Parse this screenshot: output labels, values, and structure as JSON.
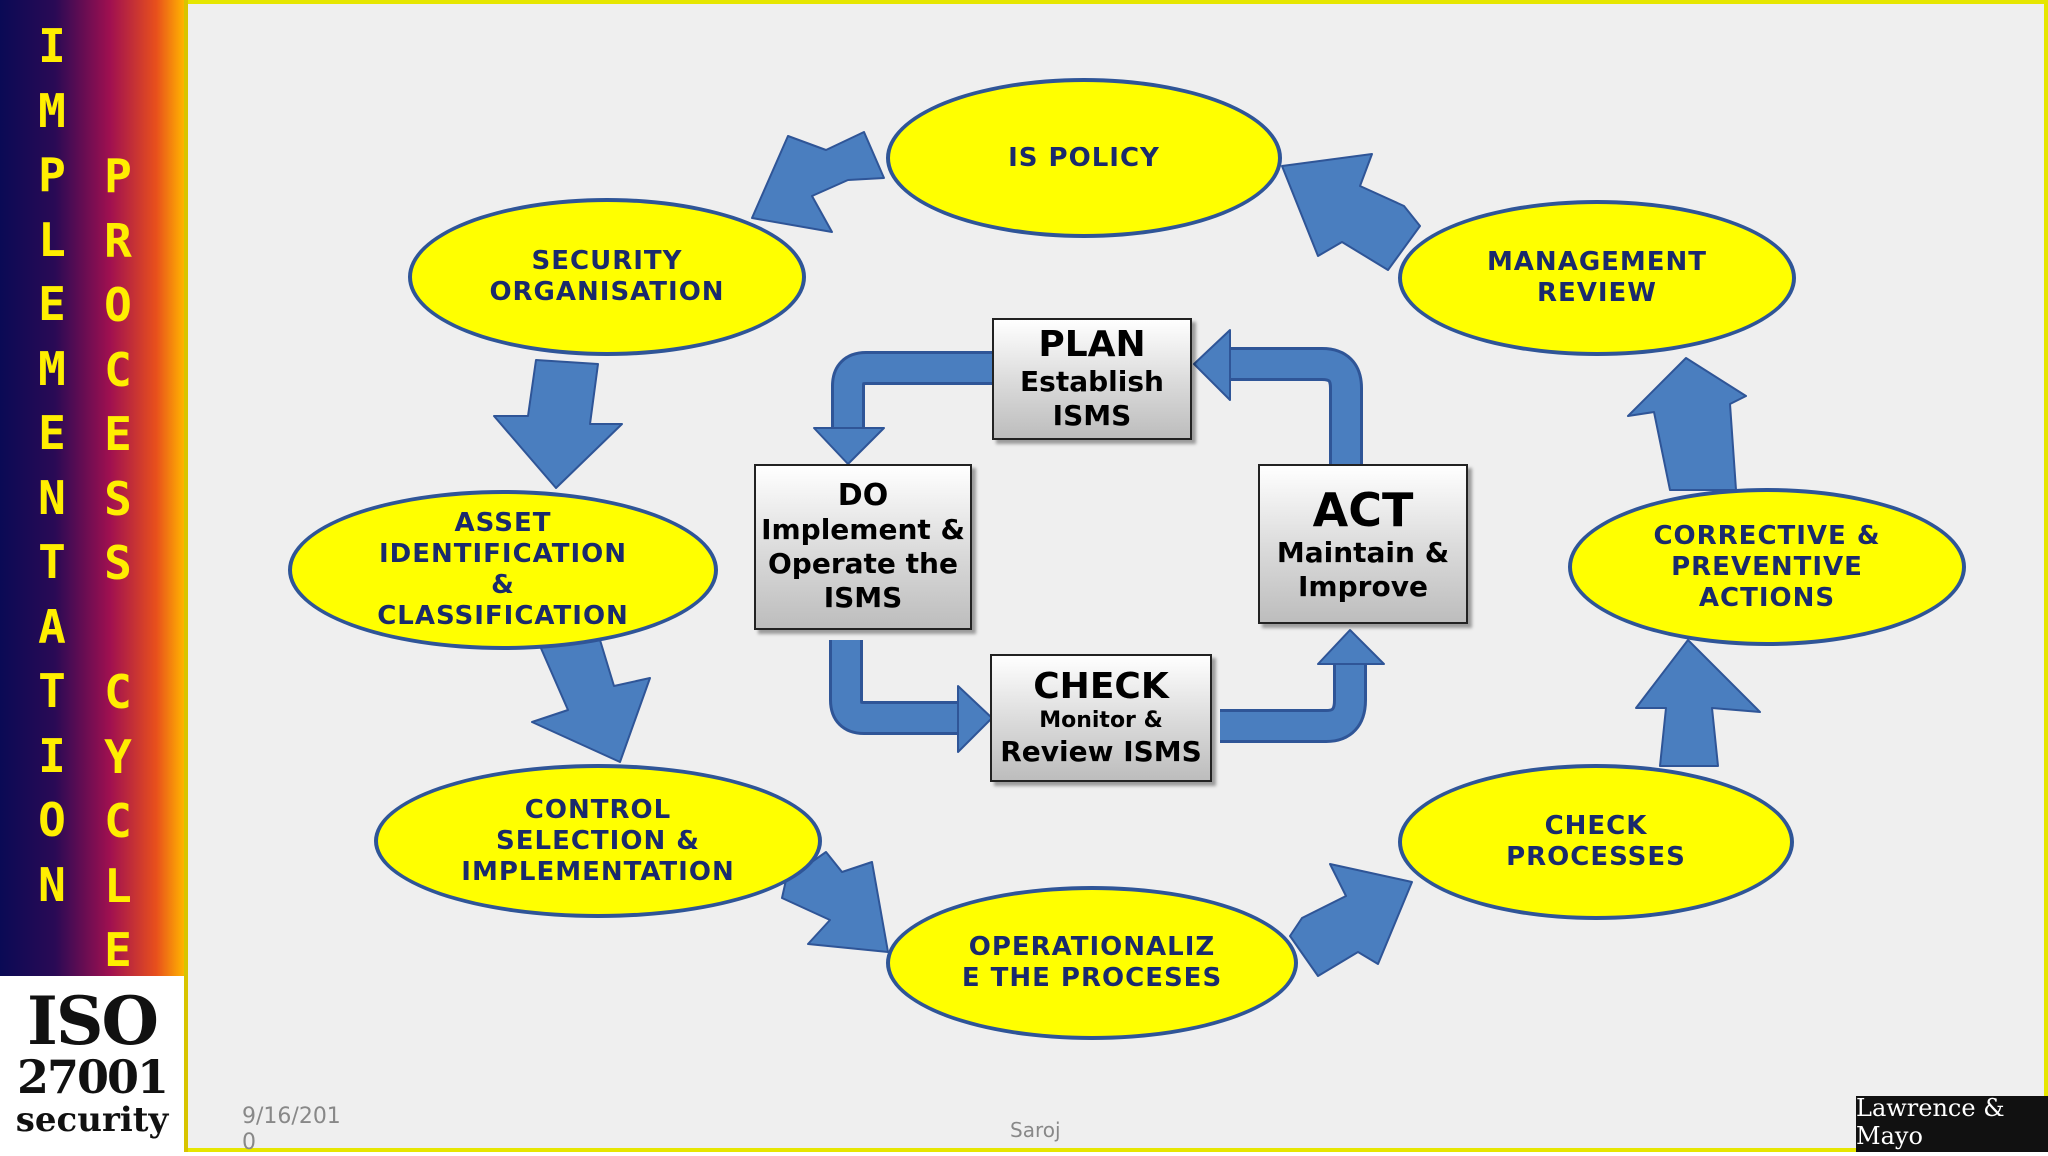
{
  "sidebar": {
    "column1": [
      "I",
      "M",
      "P",
      "L",
      "E",
      "M",
      "E",
      "N",
      "T",
      "A",
      "T",
      "I",
      "O",
      "N"
    ],
    "column2a": [
      "P",
      "R",
      "O",
      "C",
      "E",
      "S",
      "S"
    ],
    "column2b": [
      "C",
      "Y",
      "C",
      "L",
      "E"
    ],
    "logo": {
      "line1": "ISO",
      "line2": "27001",
      "line3": "security"
    }
  },
  "outer_cycle": {
    "is_policy": "IS POLICY",
    "security_organisation": "SECURITY\nORGANISATION",
    "asset_identification": "ASSET\nIDENTIFICATION\n&\nCLASSIFICATION",
    "control_selection": "CONTROL\nSELECTION &\nIMPLEMENTATION",
    "operationalize": "OPERATIONALIZ\nE THE PROCESES",
    "check_processes": "CHECK\nPROCESSES",
    "corrective_actions": "CORRECTIVE &\nPREVENTIVE\nACTIONS",
    "management_review": "MANAGEMENT\nREVIEW"
  },
  "pdca": {
    "plan": {
      "title": "PLAN",
      "sub": "Establish\nISMS"
    },
    "do": {
      "title": "DO",
      "sub": "Implement &\nOperate the\nISMS"
    },
    "check": {
      "title": "CHECK",
      "sub1": "Monitor &",
      "sub2": "Review ISMS"
    },
    "act": {
      "title": "ACT",
      "sub": "Maintain &\nImprove"
    }
  },
  "footer": {
    "date": "9/16/2010",
    "author": "Saroj",
    "brand": "Lawrence & Mayo"
  },
  "colors": {
    "ellipse_fill": "#ffff00",
    "ellipse_border": "#2f5597",
    "arrow": "#4a7ebf",
    "text_navy": "#1a2a6c"
  }
}
